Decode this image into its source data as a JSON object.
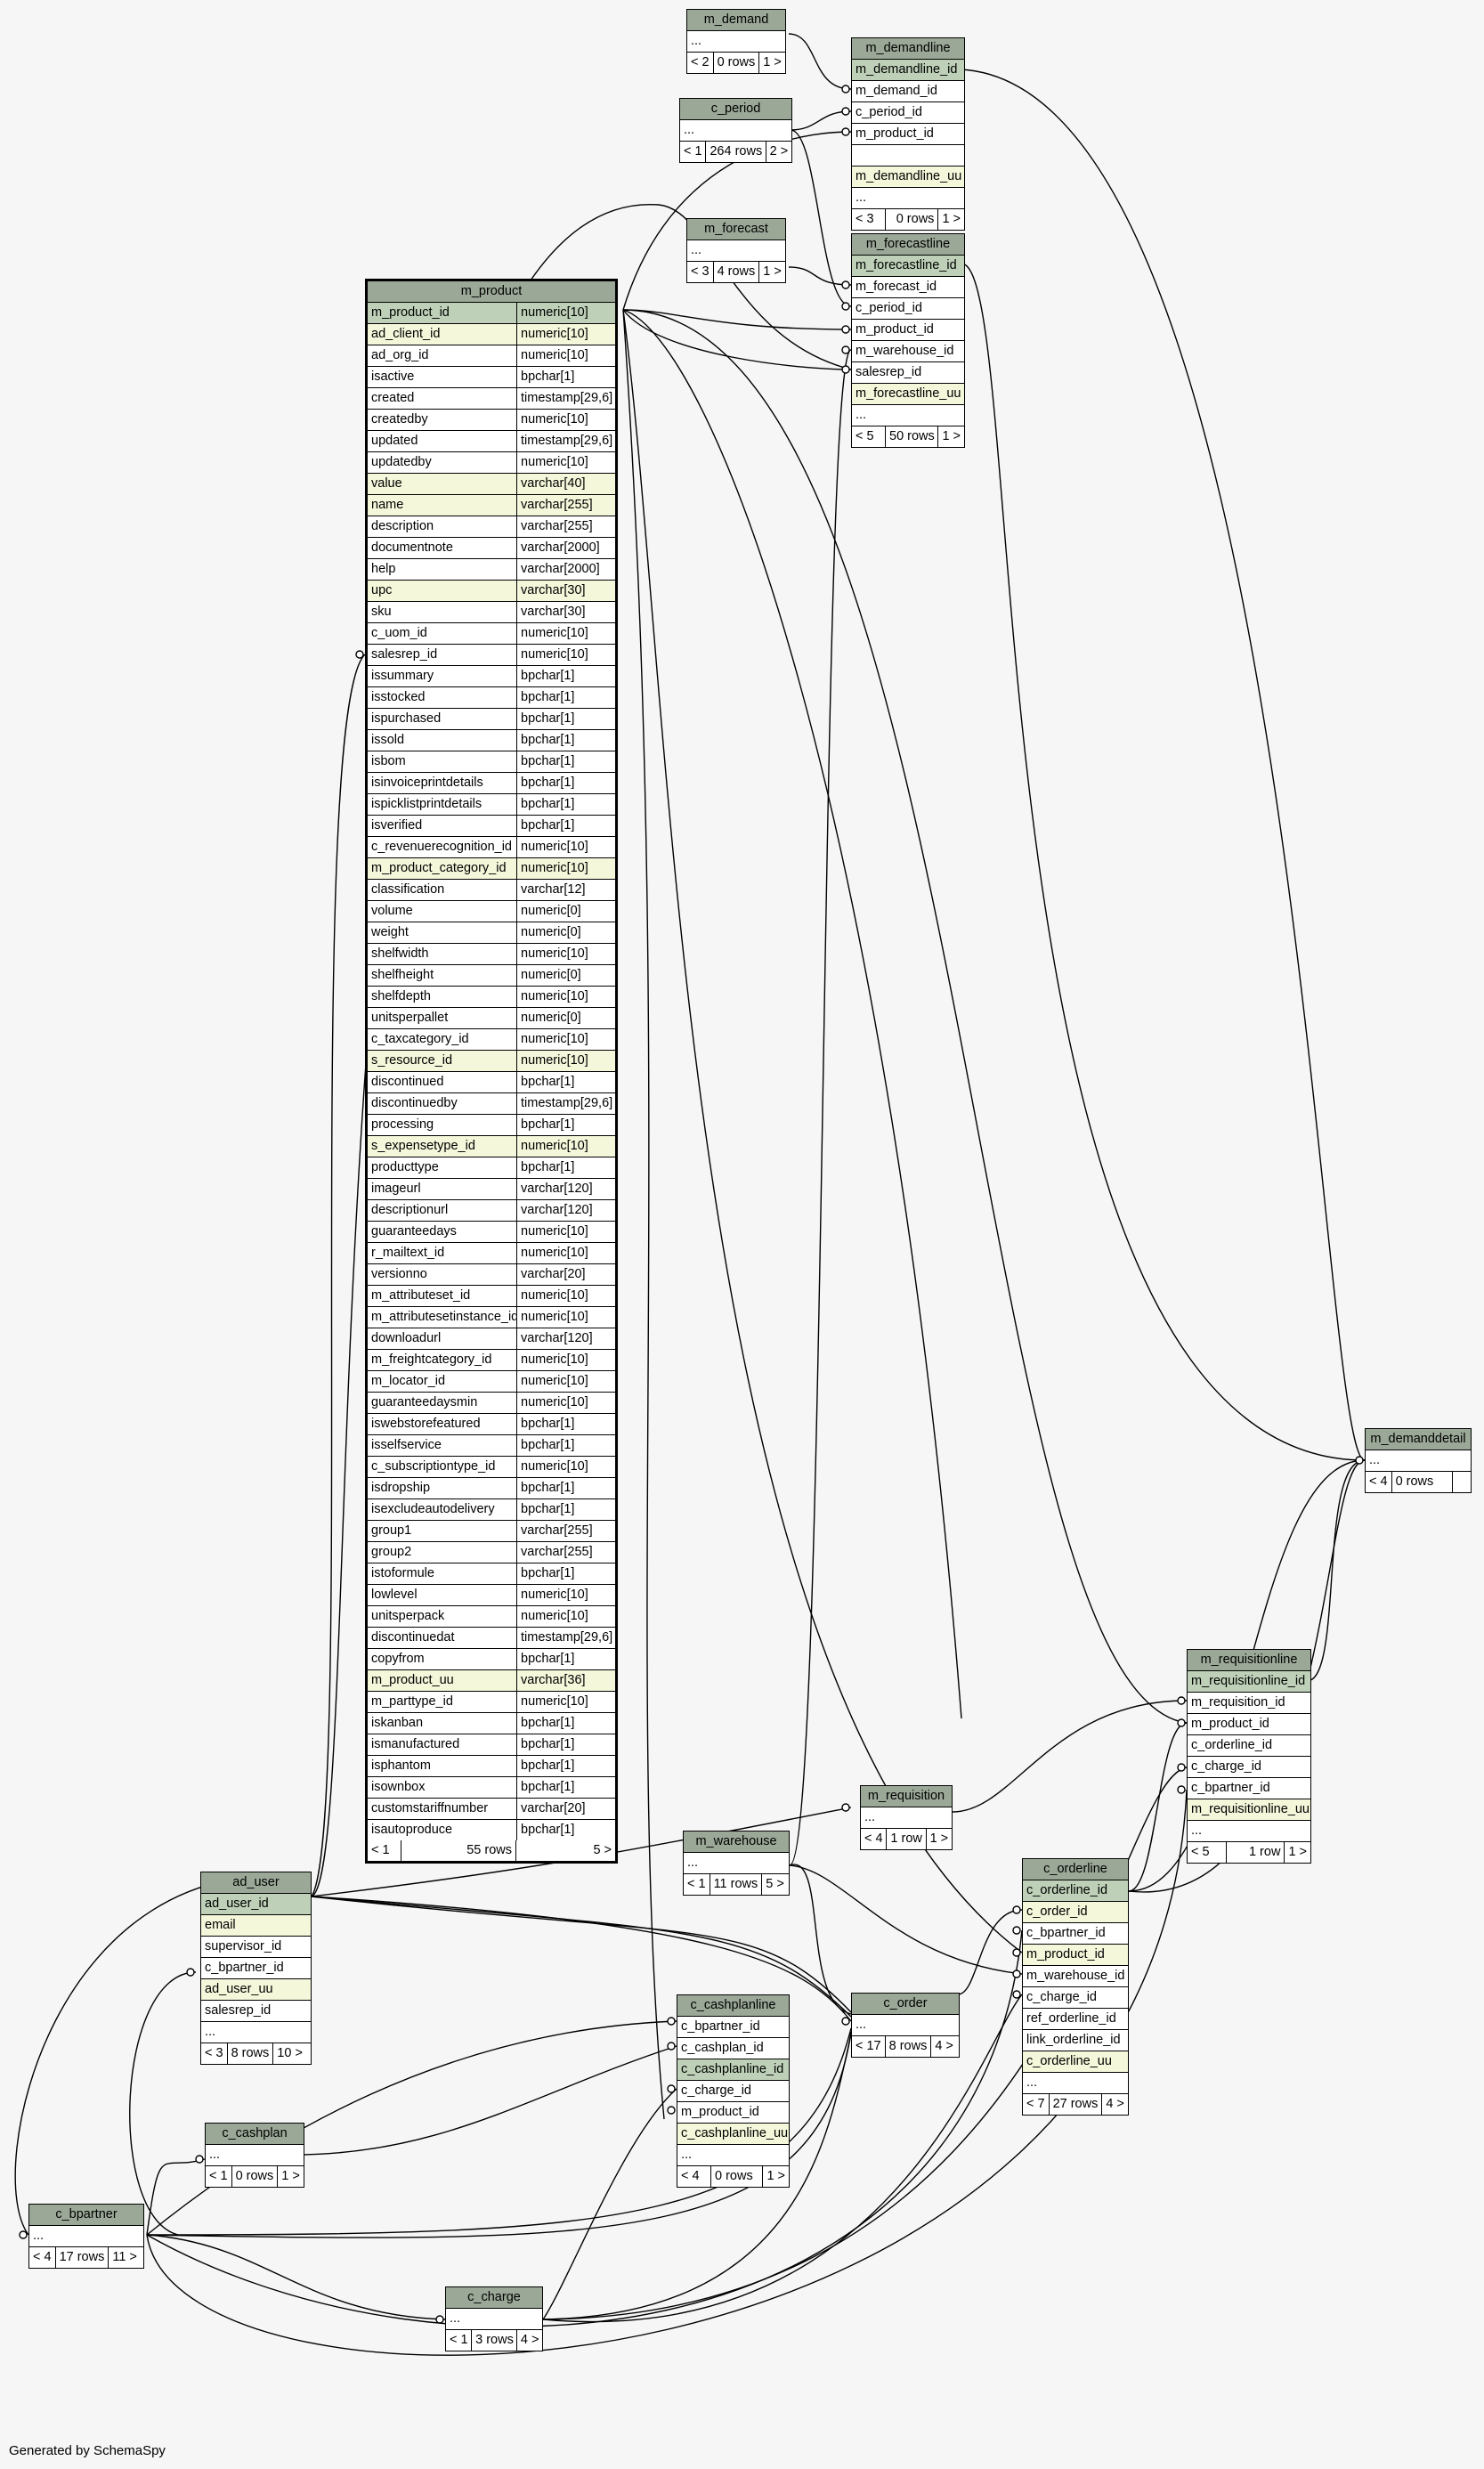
{
  "footer": "Generated by SchemaSpy",
  "colors": {
    "background": "#f6f6f6",
    "header": "#9ba897",
    "primary_key": "#bed1b8",
    "indexed": "#f4f7da",
    "line": "#000000"
  },
  "tables": {
    "m_demand": {
      "title": "m_demand",
      "ellipsis": "...",
      "prev": "< 2",
      "rows": "0 rows",
      "next": "1 >"
    },
    "c_period": {
      "title": "c_period",
      "ellipsis": "...",
      "prev": "< 1",
      "rows": "264 rows",
      "next": "2 >"
    },
    "m_forecast": {
      "title": "m_forecast",
      "ellipsis": "...",
      "prev": "< 3",
      "rows": "4 rows",
      "next": "1 >"
    },
    "m_demandline": {
      "title": "m_demandline",
      "columns": [
        "m_demandline_id",
        "m_demand_id",
        "c_period_id",
        "m_product_id",
        "",
        "m_demandline_uu",
        "..."
      ],
      "prev": "< 3",
      "rows": "0 rows",
      "next": "1 >"
    },
    "m_forecastline": {
      "title": "m_forecastline",
      "columns": [
        "m_forecastline_id",
        "m_forecast_id",
        "c_period_id",
        "m_product_id",
        "m_warehouse_id",
        "salesrep_id",
        "m_forecastline_uu",
        "..."
      ],
      "prev": "< 5",
      "rows": "50 rows",
      "next": "1 >"
    },
    "m_product": {
      "title": "m_product",
      "columns": [
        {
          "name": "m_product_id",
          "type": "numeric[10]"
        },
        {
          "name": "ad_client_id",
          "type": "numeric[10]"
        },
        {
          "name": "ad_org_id",
          "type": "numeric[10]"
        },
        {
          "name": "isactive",
          "type": "bpchar[1]"
        },
        {
          "name": "created",
          "type": "timestamp[29,6]"
        },
        {
          "name": "createdby",
          "type": "numeric[10]"
        },
        {
          "name": "updated",
          "type": "timestamp[29,6]"
        },
        {
          "name": "updatedby",
          "type": "numeric[10]"
        },
        {
          "name": "value",
          "type": "varchar[40]"
        },
        {
          "name": "name",
          "type": "varchar[255]"
        },
        {
          "name": "description",
          "type": "varchar[255]"
        },
        {
          "name": "documentnote",
          "type": "varchar[2000]"
        },
        {
          "name": "help",
          "type": "varchar[2000]"
        },
        {
          "name": "upc",
          "type": "varchar[30]"
        },
        {
          "name": "sku",
          "type": "varchar[30]"
        },
        {
          "name": "c_uom_id",
          "type": "numeric[10]"
        },
        {
          "name": "salesrep_id",
          "type": "numeric[10]"
        },
        {
          "name": "issummary",
          "type": "bpchar[1]"
        },
        {
          "name": "isstocked",
          "type": "bpchar[1]"
        },
        {
          "name": "ispurchased",
          "type": "bpchar[1]"
        },
        {
          "name": "issold",
          "type": "bpchar[1]"
        },
        {
          "name": "isbom",
          "type": "bpchar[1]"
        },
        {
          "name": "isinvoiceprintdetails",
          "type": "bpchar[1]"
        },
        {
          "name": "ispicklistprintdetails",
          "type": "bpchar[1]"
        },
        {
          "name": "isverified",
          "type": "bpchar[1]"
        },
        {
          "name": "c_revenuerecognition_id",
          "type": "numeric[10]"
        },
        {
          "name": "m_product_category_id",
          "type": "numeric[10]"
        },
        {
          "name": "classification",
          "type": "varchar[12]"
        },
        {
          "name": "volume",
          "type": "numeric[0]"
        },
        {
          "name": "weight",
          "type": "numeric[0]"
        },
        {
          "name": "shelfwidth",
          "type": "numeric[10]"
        },
        {
          "name": "shelfheight",
          "type": "numeric[0]"
        },
        {
          "name": "shelfdepth",
          "type": "numeric[10]"
        },
        {
          "name": "unitsperpallet",
          "type": "numeric[0]"
        },
        {
          "name": "c_taxcategory_id",
          "type": "numeric[10]"
        },
        {
          "name": "s_resource_id",
          "type": "numeric[10]"
        },
        {
          "name": "discontinued",
          "type": "bpchar[1]"
        },
        {
          "name": "discontinuedby",
          "type": "timestamp[29,6]"
        },
        {
          "name": "processing",
          "type": "bpchar[1]"
        },
        {
          "name": "s_expensetype_id",
          "type": "numeric[10]"
        },
        {
          "name": "producttype",
          "type": "bpchar[1]"
        },
        {
          "name": "imageurl",
          "type": "varchar[120]"
        },
        {
          "name": "descriptionurl",
          "type": "varchar[120]"
        },
        {
          "name": "guaranteedays",
          "type": "numeric[10]"
        },
        {
          "name": "r_mailtext_id",
          "type": "numeric[10]"
        },
        {
          "name": "versionno",
          "type": "varchar[20]"
        },
        {
          "name": "m_attributeset_id",
          "type": "numeric[10]"
        },
        {
          "name": "m_attributesetinstance_id",
          "type": "numeric[10]"
        },
        {
          "name": "downloadurl",
          "type": "varchar[120]"
        },
        {
          "name": "m_freightcategory_id",
          "type": "numeric[10]"
        },
        {
          "name": "m_locator_id",
          "type": "numeric[10]"
        },
        {
          "name": "guaranteedaysmin",
          "type": "numeric[10]"
        },
        {
          "name": "iswebstorefeatured",
          "type": "bpchar[1]"
        },
        {
          "name": "isselfservice",
          "type": "bpchar[1]"
        },
        {
          "name": "c_subscriptiontype_id",
          "type": "numeric[10]"
        },
        {
          "name": "isdropship",
          "type": "bpchar[1]"
        },
        {
          "name": "isexcludeautodelivery",
          "type": "bpchar[1]"
        },
        {
          "name": "group1",
          "type": "varchar[255]"
        },
        {
          "name": "group2",
          "type": "varchar[255]"
        },
        {
          "name": "istoformule",
          "type": "bpchar[1]"
        },
        {
          "name": "lowlevel",
          "type": "numeric[10]"
        },
        {
          "name": "unitsperpack",
          "type": "numeric[10]"
        },
        {
          "name": "discontinuedat",
          "type": "timestamp[29,6]"
        },
        {
          "name": "copyfrom",
          "type": "bpchar[1]"
        },
        {
          "name": "m_product_uu",
          "type": "varchar[36]"
        },
        {
          "name": "m_parttype_id",
          "type": "numeric[10]"
        },
        {
          "name": "iskanban",
          "type": "bpchar[1]"
        },
        {
          "name": "ismanufactured",
          "type": "bpchar[1]"
        },
        {
          "name": "isphantom",
          "type": "bpchar[1]"
        },
        {
          "name": "isownbox",
          "type": "bpchar[1]"
        },
        {
          "name": "customstariffnumber",
          "type": "varchar[20]"
        },
        {
          "name": "isautoproduce",
          "type": "bpchar[1]"
        }
      ],
      "prev": "< 1",
      "rows": "55 rows",
      "next": "5 >"
    },
    "m_demanddetail": {
      "title": "m_demanddetail",
      "ellipsis": "...",
      "prev": "< 4",
      "rows": "0 rows",
      "next": ""
    },
    "m_requisitionline": {
      "title": "m_requisitionline",
      "columns": [
        "m_requisitionline_id",
        "m_requisition_id",
        "m_product_id",
        "c_orderline_id",
        "c_charge_id",
        "c_bpartner_id",
        "m_requisitionline_uu",
        "..."
      ],
      "prev": "< 5",
      "rows": "1 row",
      "next": "1 >"
    },
    "m_requisition": {
      "title": "m_requisition",
      "ellipsis": "...",
      "prev": "< 4",
      "rows": "1 row",
      "next": "1 >"
    },
    "m_warehouse": {
      "title": "m_warehouse",
      "ellipsis": "...",
      "prev": "< 1",
      "rows": "11 rows",
      "next": "5 >"
    },
    "c_orderline": {
      "title": "c_orderline",
      "columns": [
        "c_orderline_id",
        "c_order_id",
        "c_bpartner_id",
        "m_product_id",
        "m_warehouse_id",
        "c_charge_id",
        "ref_orderline_id",
        "link_orderline_id",
        "c_orderline_uu",
        "..."
      ],
      "prev": "< 7",
      "rows": "27 rows",
      "next": "4 >"
    },
    "ad_user": {
      "title": "ad_user",
      "columns": [
        "ad_user_id",
        "email",
        "supervisor_id",
        "c_bpartner_id",
        "ad_user_uu",
        "salesrep_id",
        "..."
      ],
      "prev": "< 3",
      "rows": "8 rows",
      "next": "10 >"
    },
    "c_cashplanline": {
      "title": "c_cashplanline",
      "columns": [
        "c_bpartner_id",
        "c_cashplan_id",
        "c_cashplanline_id",
        "c_charge_id",
        "m_product_id",
        "c_cashplanline_uu",
        "..."
      ],
      "prev": "< 4",
      "rows": "0 rows",
      "next": "1 >"
    },
    "c_order": {
      "title": "c_order",
      "ellipsis": "...",
      "prev": "< 17",
      "rows": "8 rows",
      "next": "4 >"
    },
    "c_cashplan": {
      "title": "c_cashplan",
      "ellipsis": "...",
      "prev": "< 1",
      "rows": "0 rows",
      "next": "1 >"
    },
    "c_bpartner": {
      "title": "c_bpartner",
      "ellipsis": "...",
      "prev": "< 4",
      "rows": "17 rows",
      "next": "11 >"
    },
    "c_charge": {
      "title": "c_charge",
      "ellipsis": "...",
      "prev": "< 1",
      "rows": "3 rows",
      "next": "4 >"
    }
  }
}
